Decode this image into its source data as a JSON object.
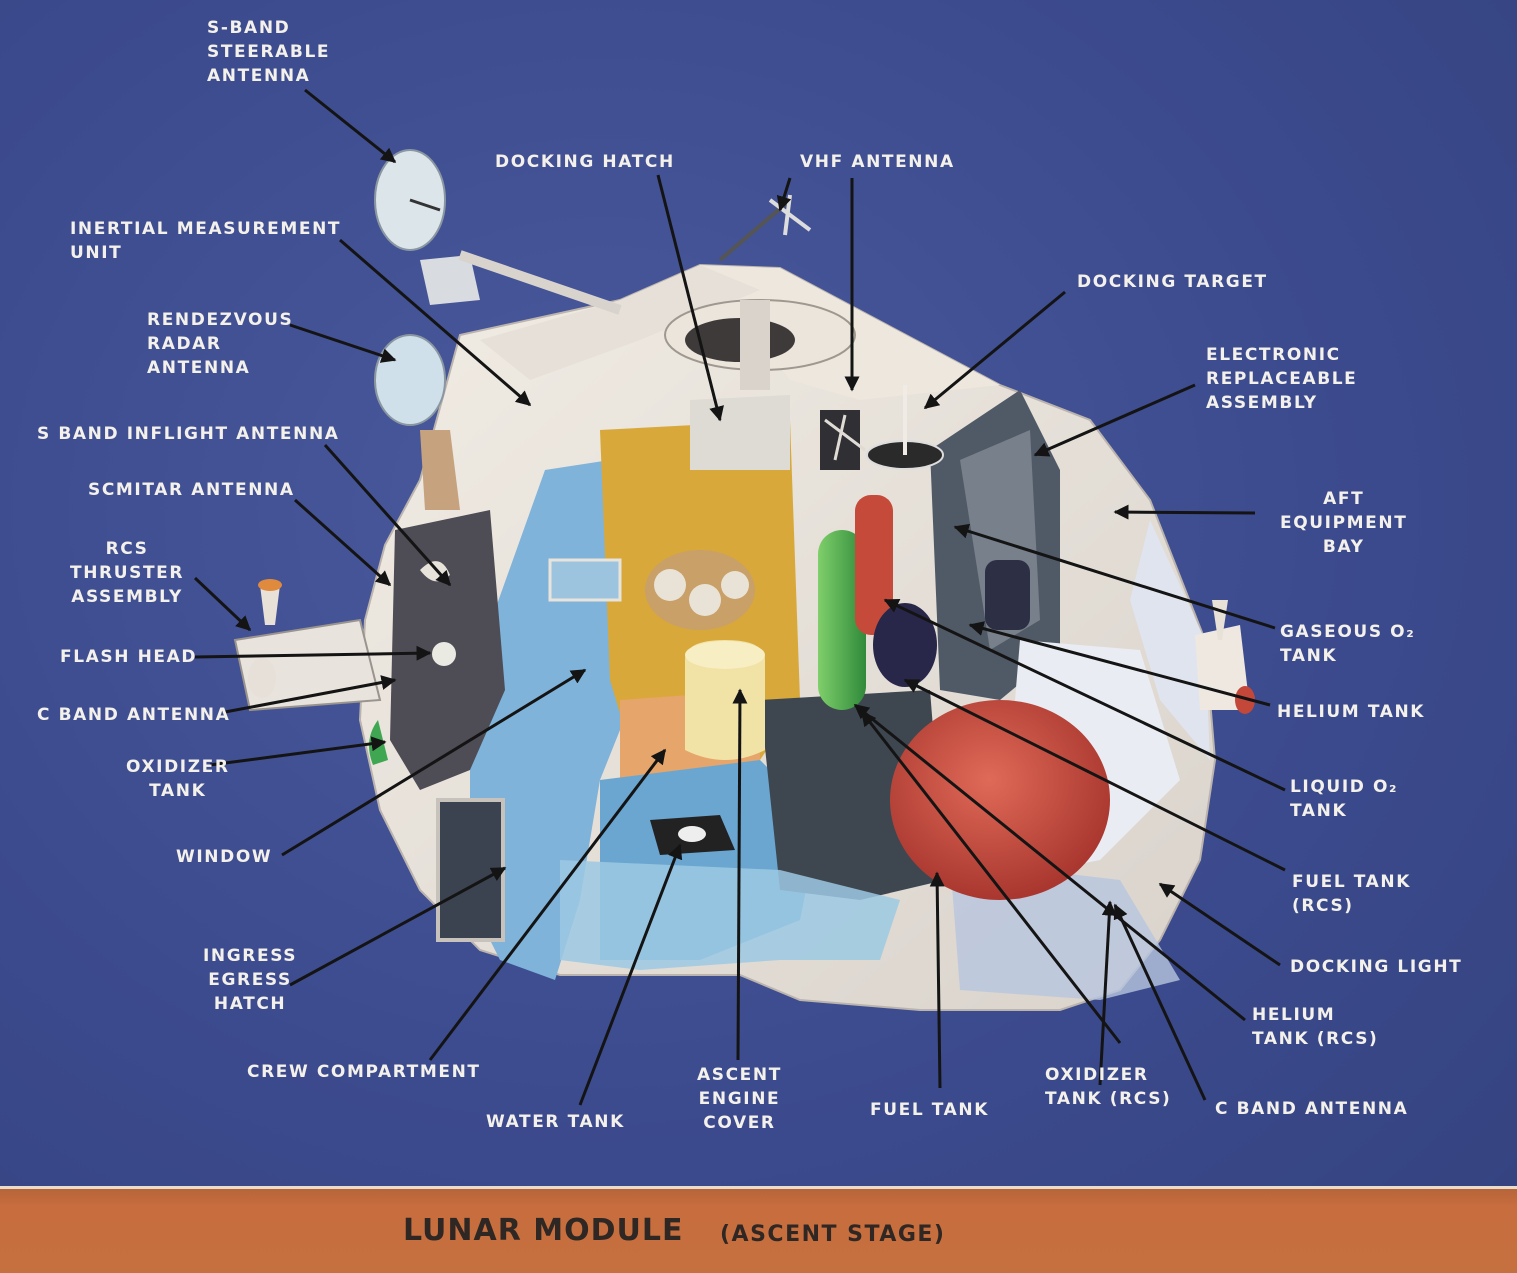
{
  "colors": {
    "background": "#3c4b8e",
    "label_text": "#f4f1ea",
    "arrow": "#141414",
    "footer": "#c86d3e",
    "footer_text": "#2f2723",
    "oxidizer_tank_green": "#4fa84a",
    "fuel_tank_red": "#c24a3e",
    "crew_compartment_yellow": "#d9a83a"
  },
  "labels": [
    {
      "id": "s-band-steerable-antenna",
      "text": "S-BAND\nSTEERABLE\nANTENNA"
    },
    {
      "id": "docking-hatch",
      "text": "DOCKING HATCH"
    },
    {
      "id": "vhf-antenna",
      "text": "VHF ANTENNA"
    },
    {
      "id": "inertial-measurement-unit",
      "text": "INERTIAL MEASUREMENT\nUNIT"
    },
    {
      "id": "docking-target",
      "text": "DOCKING TARGET"
    },
    {
      "id": "rendezvous-radar-antenna",
      "text": "RENDEZVOUS\nRADAR\nANTENNA"
    },
    {
      "id": "electronic-replaceable-assembly",
      "text": "ELECTRONIC\nREPLACEABLE\nASSEMBLY"
    },
    {
      "id": "s-band-inflight-antenna",
      "text": "S BAND INFLIGHT ANTENNA"
    },
    {
      "id": "scmitar-antenna",
      "text": "SCMITAR ANTENNA"
    },
    {
      "id": "aft-equipment-bay",
      "text": "AFT\nEQUIPMENT\nBAY"
    },
    {
      "id": "rcs-thruster-assembly",
      "text": "RCS\nTHRUSTER\nASSEMBLY"
    },
    {
      "id": "gaseous-o2-tank",
      "text": "GASEOUS O₂\nTANK"
    },
    {
      "id": "flash-head",
      "text": "FLASH HEAD"
    },
    {
      "id": "helium-tank",
      "text": "HELIUM TANK"
    },
    {
      "id": "c-band-antenna-left",
      "text": "C BAND ANTENNA"
    },
    {
      "id": "oxidizer-tank",
      "text": "OXIDIZER\nTANK"
    },
    {
      "id": "liquid-o2-tank",
      "text": "LIQUID O₂\nTANK"
    },
    {
      "id": "window",
      "text": "WINDOW"
    },
    {
      "id": "fuel-tank-rcs",
      "text": "FUEL TANK\n(RCS)"
    },
    {
      "id": "docking-light",
      "text": "DOCKING LIGHT"
    },
    {
      "id": "ingress-egress-hatch",
      "text": "INGRESS\nEGRESS\nHATCH"
    },
    {
      "id": "helium-tank-rcs",
      "text": "HELIUM\nTANK (RCS)"
    },
    {
      "id": "crew-compartment",
      "text": "CREW COMPARTMENT"
    },
    {
      "id": "ascent-engine-cover",
      "text": "ASCENT\nENGINE\nCOVER"
    },
    {
      "id": "oxidizer-tank-rcs",
      "text": "OXIDIZER\nTANK (RCS)"
    },
    {
      "id": "water-tank",
      "text": "WATER TANK"
    },
    {
      "id": "fuel-tank",
      "text": "FUEL TANK"
    },
    {
      "id": "c-band-antenna-right",
      "text": "C BAND ANTENNA"
    }
  ],
  "footer": {
    "title": "LUNAR MODULE",
    "subtitle": "(ASCENT STAGE)"
  }
}
